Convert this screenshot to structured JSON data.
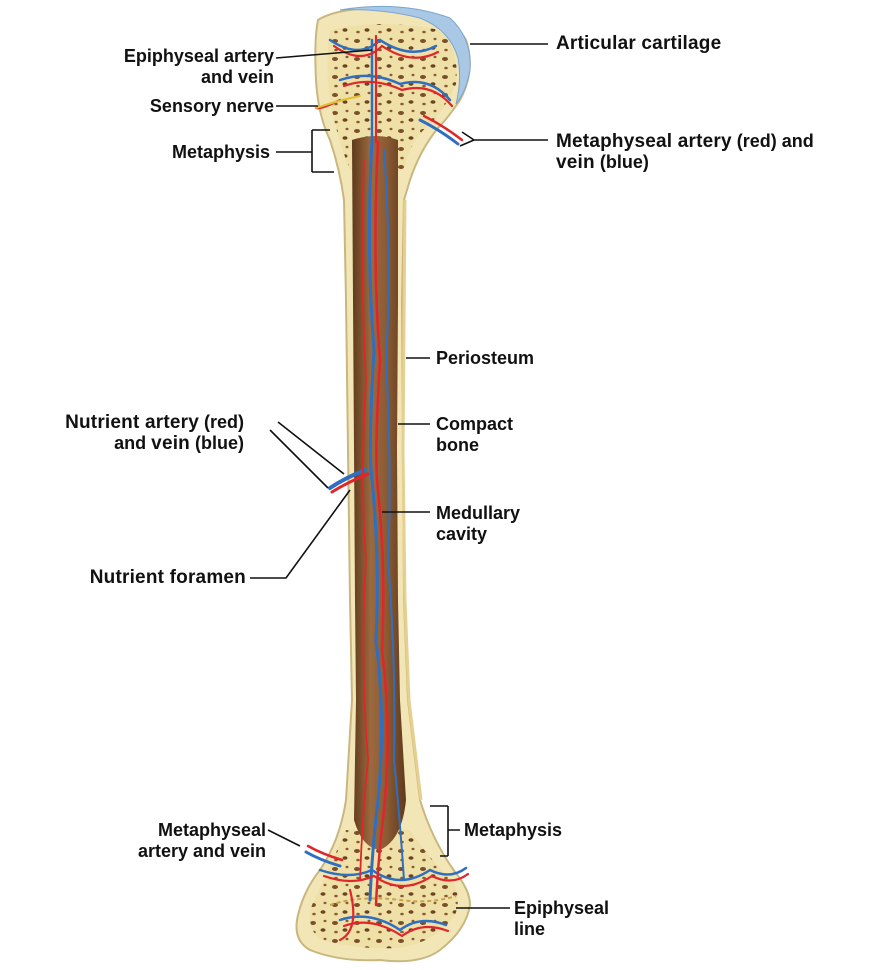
{
  "labels": {
    "epiphyseal_artery_line1": "Epiphyseal artery",
    "epiphyseal_artery_line2": "and vein",
    "sensory_nerve": "Sensory nerve",
    "metaphysis_top": "Metaphysis",
    "articular_cartilage": "Articular cartilage",
    "metaphyseal_artery_top_bold1": "Metaphyseal artery",
    "metaphyseal_artery_top_plain1": " (red) and",
    "metaphyseal_artery_top_bold2": "vein",
    "metaphyseal_artery_top_plain2": " (blue)",
    "periosteum": "Periosteum",
    "compact_bone_line1": "Compact",
    "compact_bone_line2": "bone",
    "nutrient_artery_bold1": "Nutrient artery",
    "nutrient_artery_plain1": " (red)",
    "nutrient_artery_plain2": "and ",
    "nutrient_artery_bold2": "vein",
    "nutrient_artery_plain3": " (blue)",
    "medullary_cavity_line1": "Medullary",
    "medullary_cavity_line2": "cavity",
    "nutrient_foramen": "Nutrient foramen",
    "metaphyseal_artery_bottom_line1": "Metaphyseal",
    "metaphyseal_artery_bottom_line2": "artery and vein",
    "metaphysis_bottom": "Metaphysis",
    "epiphyseal_line_line1": "Epiphyseal",
    "epiphyseal_line_line2": "line"
  },
  "colors": {
    "bone": "#f3e6b6",
    "bone_outline": "#c9b77f",
    "marrow": "#8a5a33",
    "marrow_dark": "#5e3a1d",
    "cartilage": "#a9c8e6",
    "artery": "#e0262b",
    "vein": "#2f6fc0",
    "leader": "#111111"
  }
}
